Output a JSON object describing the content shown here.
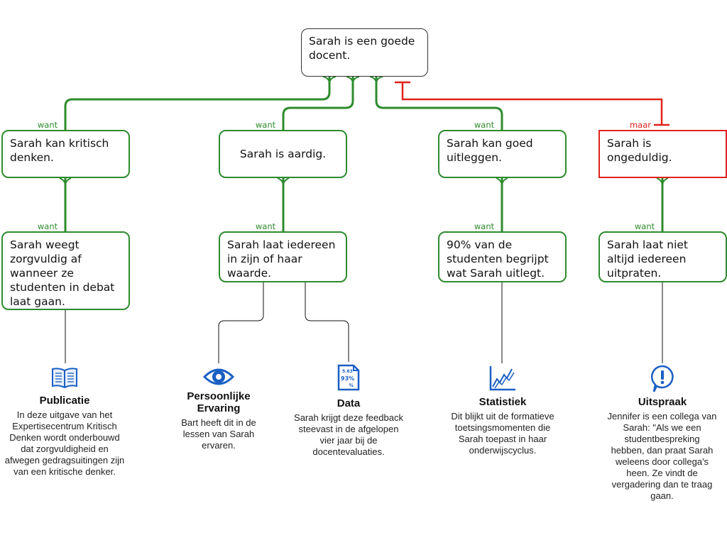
{
  "claim": "Sarah is een goede docent.",
  "reasons": [
    {
      "connector": "want",
      "text": "Sarah kan kritisch denken.",
      "support": {
        "connector": "want",
        "text": "Sarah weegt zorgvuldig af wanneer ze studenten in debat laat gaan."
      }
    },
    {
      "connector": "want",
      "text": "Sarah is aardig.",
      "support": {
        "connector": "want",
        "text": "Sarah laat iedereen in zijn of haar waarde."
      }
    },
    {
      "connector": "want",
      "text": "Sarah kan goed uitleggen.",
      "support": {
        "connector": "want",
        "text": "90% van de studenten begrijpt wat Sarah uitlegt."
      }
    }
  ],
  "objection": {
    "connector": "maar",
    "text": "Sarah is ongeduldig.",
    "support": {
      "connector": "want",
      "text": "Sarah laat niet altijd iedereen uitpraten."
    }
  },
  "sources": [
    {
      "icon": "book-icon",
      "title": "Publicatie",
      "description": "In deze uitgave van het Expertisecentrum Kritisch Denken wordt onderbouwd dat zorgvuldigheid en afwegen gedragsuitingen zijn van een kritische denker."
    },
    {
      "icon": "eye-icon",
      "title": "Persoonlijke Ervaring",
      "description": "Bart heeft dit in de lessen van Sarah ervaren."
    },
    {
      "icon": "document-icon",
      "title": "Data",
      "description": "Sarah krijgt deze feedback steevast in de afgelopen vier jaar bij de docentevaluaties.",
      "icon_text": [
        "5.63",
        "93%",
        "¾"
      ]
    },
    {
      "icon": "chart-icon",
      "title": "Statistiek",
      "description": "Dit blijkt uit de formatieve toetsingsmomenten die Sarah toepast in haar onderwijscyclus."
    },
    {
      "icon": "speech-exclamation-icon",
      "title": "Uitspraak",
      "description": "Jennifer is een collega van Sarah: \"Als we een studentbespreking hebben, dan praat Sarah weleens door collega's heen. Ze vindt de vergadering dan te traag gaan."
    }
  ],
  "colors": {
    "support": "#2e8b2e",
    "objection": "#e0221b",
    "icon": "#1a5fc4"
  }
}
